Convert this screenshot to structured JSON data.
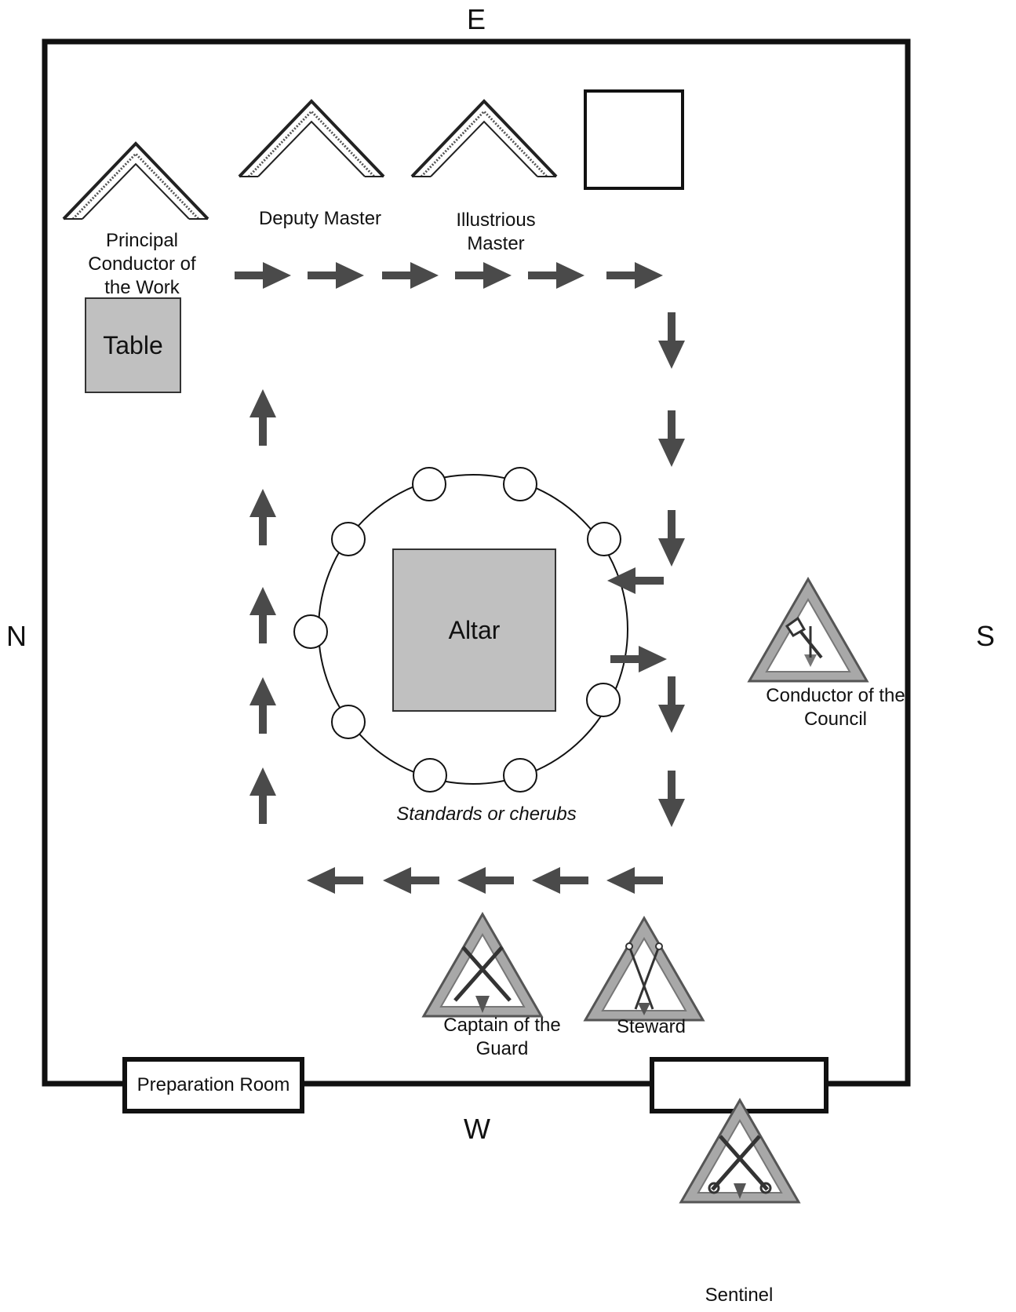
{
  "compass": {
    "east": "E",
    "west": "W",
    "north": "N",
    "south": "S"
  },
  "furniture": {
    "table": "Table",
    "altar": "Altar"
  },
  "officers": {
    "principal_conductor": "Principal\nConductor of\nthe Work",
    "deputy_master": "Deputy Master",
    "illustrious_master": "Illustrious\nMaster",
    "conductor_council": "Conductor of the\nCouncil",
    "captain_guard": "Captain of the\nGuard",
    "steward": "Steward",
    "sentinel": "Sentinel"
  },
  "standards_label": "Standards or cherubs",
  "rooms": {
    "preparation_room": "Preparation Room"
  },
  "colors": {
    "wall": "#111111",
    "furniture_fill": "#c0c0c0",
    "arrow": "#4a4a4a",
    "jewel_fill": "#bdbdbd"
  },
  "icons": [
    "square-jewel-icon",
    "triangle-jewel-icon",
    "arrow-icon",
    "standard-circle-icon"
  ]
}
